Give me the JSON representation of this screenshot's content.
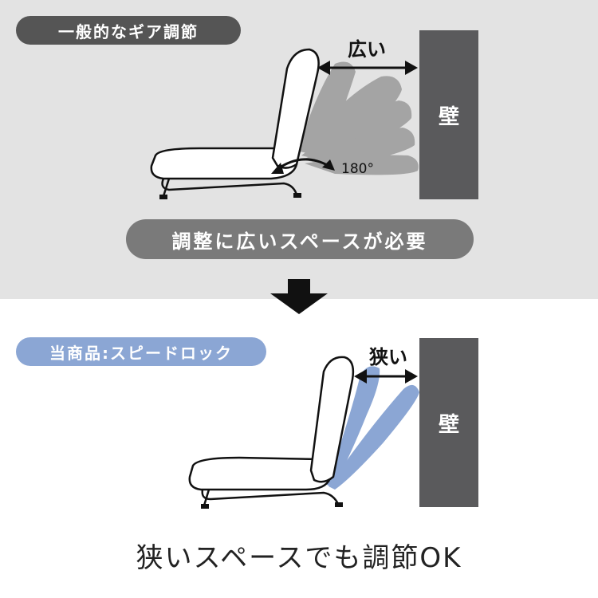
{
  "top_section": {
    "label": "一般的なギア調節",
    "width_label": "広い",
    "angle_label": "180°",
    "wall_label": "壁",
    "caption": "調整に広いスペースが必要"
  },
  "bottom_section": {
    "label": "当商品:スピードロック",
    "width_label": "狭い",
    "wall_label": "壁"
  },
  "footer": {
    "text": "狭いスペースでも調節OK"
  },
  "colors": {
    "top_background": "#e3e3e3",
    "top_label_pill": "#555555",
    "bottom_label_pill": "#8ba6d4",
    "caption_pill": "#7a7a7a",
    "wall": "#5a5a5c",
    "ghost_gray": "#9e9e9e",
    "ghost_blue": "#8ba6d4"
  }
}
